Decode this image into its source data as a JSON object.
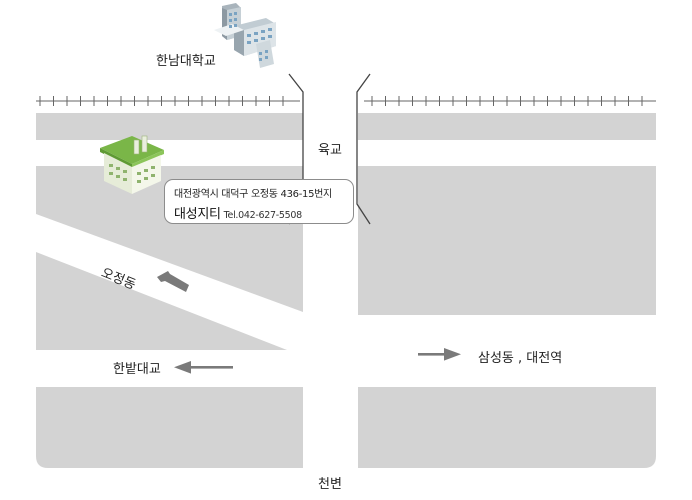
{
  "labels": {
    "university": "한남대학교",
    "bridge_north": "육교",
    "ojeong_dong": "오정동",
    "hanbat_bridge": "한밭대교",
    "samseong_daejeon": "삼성동 , 대전역",
    "stream": "천변"
  },
  "callout": {
    "address": "대전광역시 대덕구 오정동 436-15번지",
    "name": "대성지티",
    "tel": "Tel.042-627-5508"
  },
  "colors": {
    "block": "#d3d3d3",
    "road": "#ffffff",
    "arrow": "#7a7a7a",
    "railway": "#666666",
    "building_roof": "#7ab648"
  },
  "icons": [
    "school-building-icon",
    "company-building-icon",
    "arrow-left-icon",
    "arrow-right-icon"
  ]
}
